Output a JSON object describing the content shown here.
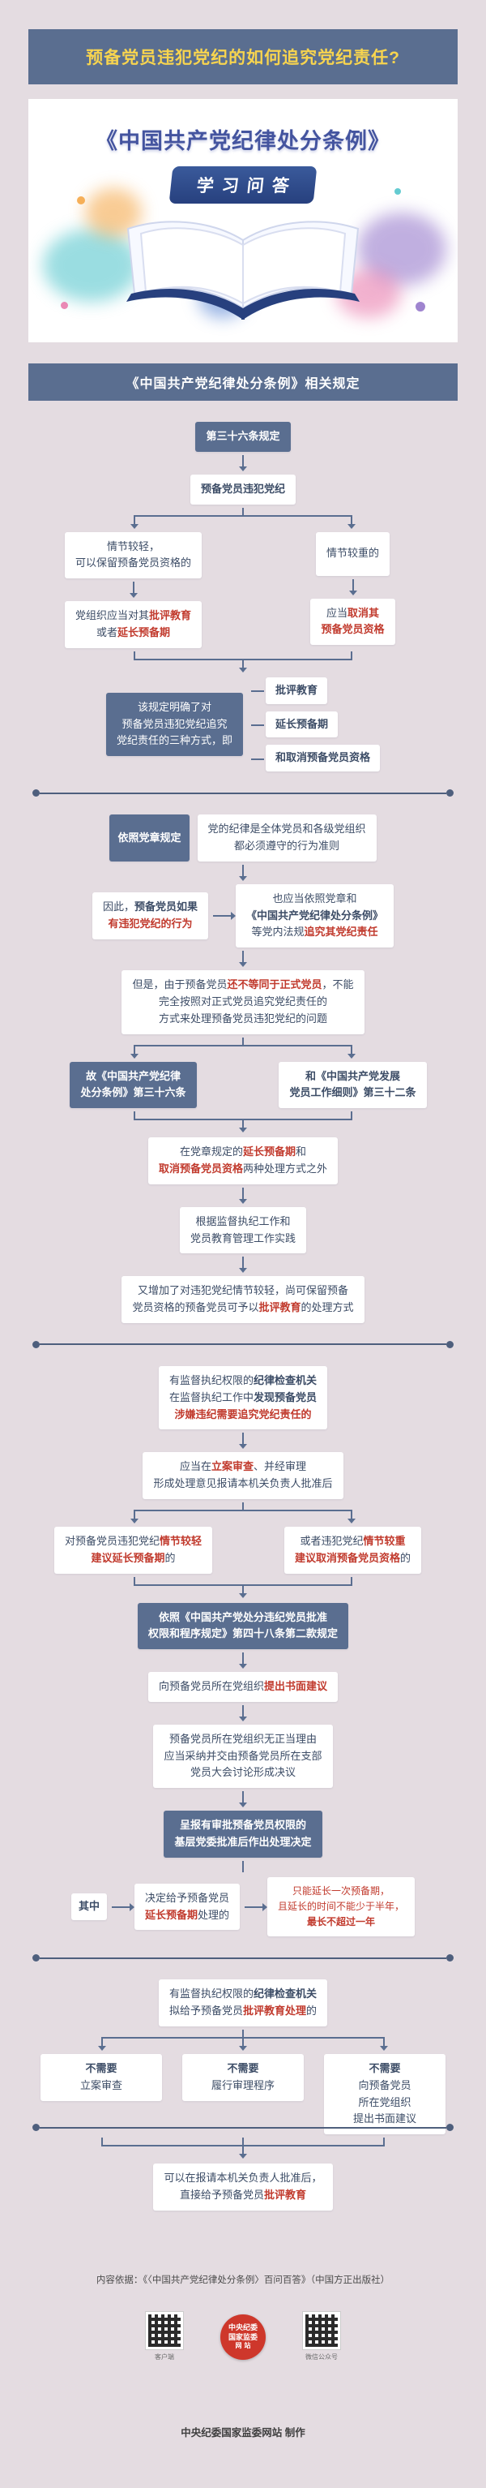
{
  "colors": {
    "bar_blue": "#5a6e90",
    "title_gold": "#f7d44f",
    "accent_red": "#c13a2d",
    "page_bg": "#e4dce1",
    "badge_red": "#ce372b"
  },
  "header": {
    "title": "预备党员违犯党纪的如何追究党纪责任?"
  },
  "hero": {
    "title": "《中国共产党纪律处分条例》",
    "subtitle": "学习问答"
  },
  "section": {
    "title": "《中国共产党纪律处分条例》相关规定"
  },
  "s1": {
    "rule": "第三十六条规定",
    "premise": "预备党员违犯党纪",
    "case_light": [
      "情节较轻，",
      "可以保留预备党员资格的"
    ],
    "case_heavy": "情节较重的",
    "act_light": [
      "党组织应当对其",
      "批评教育",
      "或者",
      "延长预备期"
    ],
    "act_heavy": [
      "应当",
      "取消其",
      "预备党员资格"
    ],
    "label": [
      "该规定明确了对",
      "预备党员违犯党纪追究",
      "党纪责任的三种方式，即"
    ],
    "ways": [
      "批评教育",
      "延长预备期",
      "和取消预备党员资格"
    ]
  },
  "s2": {
    "charter_label": "依照党章规定",
    "charter": [
      "党的纪律是全体党员和各级党组织",
      "都必须遵守的行为准则"
    ],
    "thus": [
      "因此，",
      "预备党员如果",
      "有违犯党纪的行为"
    ],
    "thus_r": [
      "也应当依照党章和",
      "《中国共产党纪律处分条例》",
      "等党内法规",
      "追究其党纪责任"
    ],
    "but": [
      "但是，由于预备党员",
      "还不等同于正式党员",
      "，不能",
      "完全按照对正式党员追究党纪责任的",
      "方式来处理预备党员违犯党纪的问题"
    ],
    "hence_l": [
      "故《中国共产党纪律",
      "处分条例》第三十六条"
    ],
    "hence_r": [
      "和《中国共产党发展",
      "党员工作细则》第三十二条"
    ],
    "beyond": [
      "在党章规定的",
      "延长预备期",
      "和",
      "取消预备党员资格",
      "两种处理方式之外"
    ],
    "practice": [
      "根据监督执纪工作和",
      "党员教育管理工作实践"
    ],
    "added": [
      "又增加了对违犯党纪情节较轻，尚可保留预备",
      "党员资格的预备党员可予以",
      "批评教育",
      "的处理方式"
    ]
  },
  "s3": {
    "discover": [
      "有监督执纪权限的",
      "纪律检查机关",
      "在监督执纪工作中",
      "发现预备党员",
      "涉嫌违纪需要追究党纪责任的"
    ],
    "file": [
      "应当在",
      "立案审查",
      "、并经审理",
      "形成处理意见报请本机关负责人批准后"
    ],
    "sugg_l": [
      "对预备党员违犯党纪",
      "情节较轻",
      "建议延长预备期",
      "的"
    ],
    "sugg_r": [
      "或者违犯党纪",
      "情节较重",
      "建议取消预备党员资格",
      "的"
    ],
    "per_rule": [
      "依照《中国共产党处分违纪党员批准",
      "权限和程序规定》第四十八条第二款规定"
    ],
    "written": [
      "向预备党员所在党组织",
      "提出书面建议"
    ],
    "adopt": [
      "预备党员所在党组织无正当理由",
      "应当采纳并交由预备党员所在支部",
      "党员大会讨论形成决议"
    ],
    "approve": [
      "呈报有审批预备党员权限的",
      "基层党委批准后作出处理决定"
    ],
    "among": "其中",
    "extend": [
      "决定给予预备党员",
      "延长预备期",
      "处理的"
    ],
    "limit": [
      "只能延长一次预备期，",
      "且延长的时间不能少于半年，",
      "最长不超过一年"
    ]
  },
  "s4": {
    "edu": [
      "有监督执纪权限的",
      "纪律检查机关",
      "拟给予预备党员",
      "批评教育处理",
      "的"
    ],
    "no1": [
      "不需要",
      "立案审查"
    ],
    "no2": [
      "不需要",
      "履行审理程序"
    ],
    "no3": [
      "不需要",
      "向预备党员",
      "所在党组织",
      "提出书面建议"
    ],
    "direct": [
      "可以在报请本机关负责人批准后，",
      "直接给予预备党员",
      "批评教育"
    ]
  },
  "footer": {
    "source": "内容依据：《〈中国共产党纪律处分条例〉百问百答》（中国方正出版社）",
    "qr_left_label": "客户端",
    "qr_right_label": "微信公众号",
    "badge": [
      "中央纪委",
      "国家监委",
      "网站"
    ],
    "credit": "中央纪委国家监委网站 制作"
  }
}
